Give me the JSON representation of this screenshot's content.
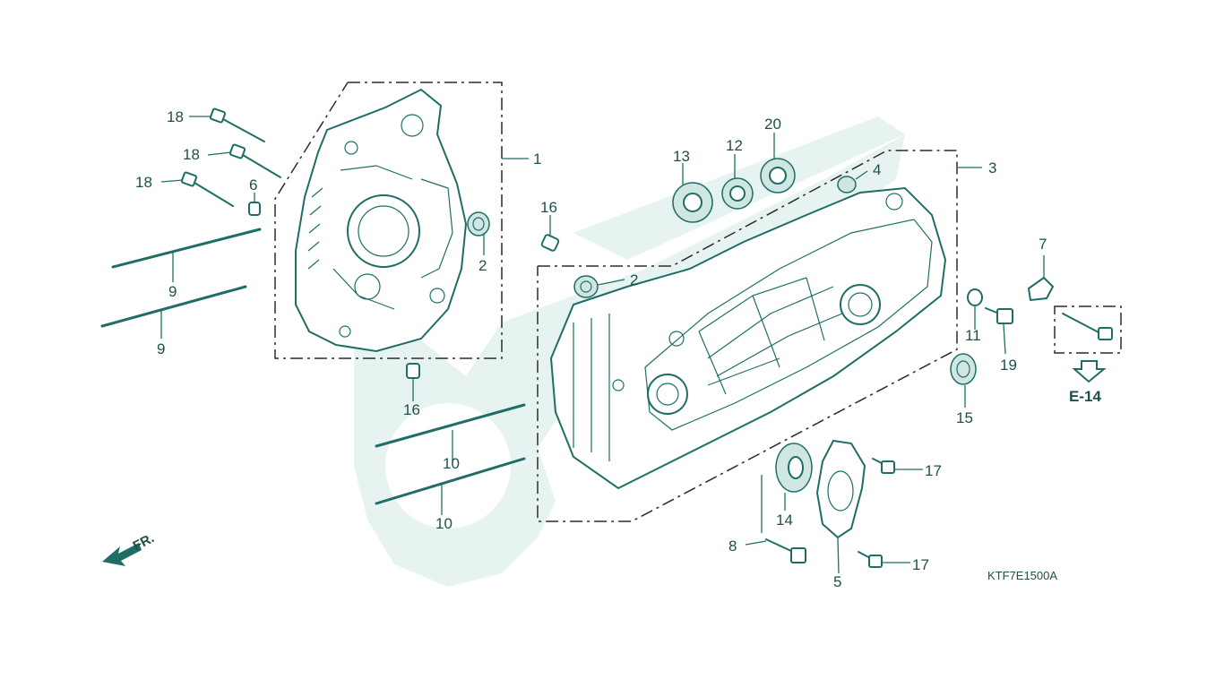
{
  "diagram": {
    "callouts": [
      {
        "id": "c1",
        "text": "1"
      },
      {
        "id": "c2a",
        "text": "2"
      },
      {
        "id": "c2b",
        "text": "2"
      },
      {
        "id": "c3",
        "text": "3"
      },
      {
        "id": "c4",
        "text": "4"
      },
      {
        "id": "c5",
        "text": "5"
      },
      {
        "id": "c6",
        "text": "6"
      },
      {
        "id": "c7",
        "text": "7"
      },
      {
        "id": "c8",
        "text": "8"
      },
      {
        "id": "c9a",
        "text": "9"
      },
      {
        "id": "c9b",
        "text": "9"
      },
      {
        "id": "c10a",
        "text": "10"
      },
      {
        "id": "c10b",
        "text": "10"
      },
      {
        "id": "c11",
        "text": "11"
      },
      {
        "id": "c12",
        "text": "12"
      },
      {
        "id": "c13",
        "text": "13"
      },
      {
        "id": "c14",
        "text": "14"
      },
      {
        "id": "c15",
        "text": "15"
      },
      {
        "id": "c16a",
        "text": "16"
      },
      {
        "id": "c16b",
        "text": "16"
      },
      {
        "id": "c17a",
        "text": "17"
      },
      {
        "id": "c17b",
        "text": "17"
      },
      {
        "id": "c18a",
        "text": "18"
      },
      {
        "id": "c18b",
        "text": "18"
      },
      {
        "id": "c18c",
        "text": "18"
      },
      {
        "id": "c19",
        "text": "19"
      },
      {
        "id": "c20",
        "text": "20"
      }
    ],
    "reference_label": "E-14",
    "front_label": "FR.",
    "drawing_code": "KTF7E1500A",
    "ink_color": "#1e6e66",
    "watermark_color": "#e6f3f0"
  }
}
